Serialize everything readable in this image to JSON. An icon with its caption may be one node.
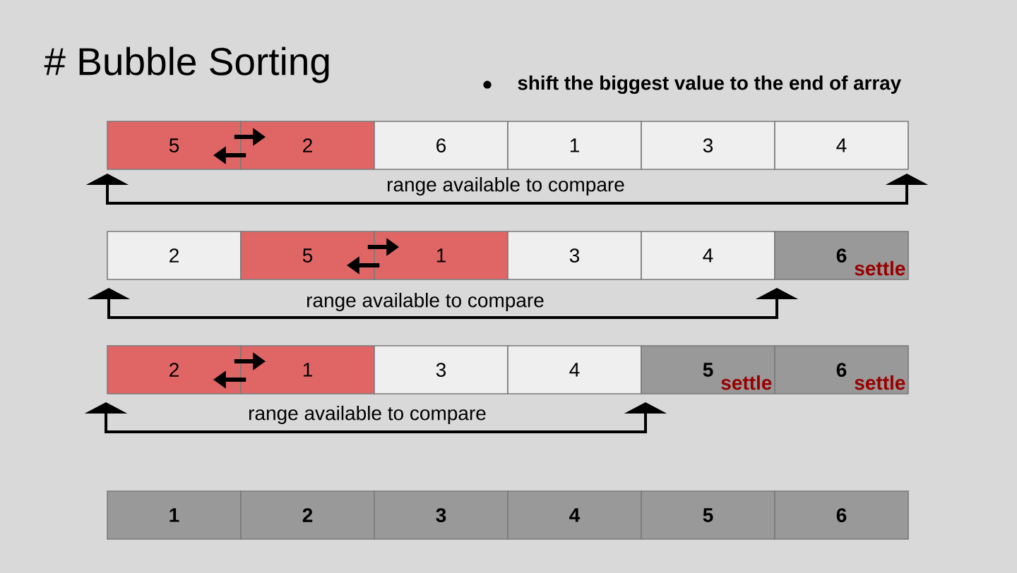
{
  "diagram": {
    "title": "# Bubble Sorting",
    "nodes": [
      {
        "text": [
          "5"
        ]
      },
      {
        "text": [
          "2"
        ]
      },
      {
        "text": [
          "6"
        ]
      },
      {
        "text": [
          "1"
        ]
      },
      {
        "text": [
          "3"
        ]
      },
      {
        "text": [
          "4"
        ]
      },
      {
        "text": [
          "2"
        ]
      },
      {
        "text": [
          "5"
        ]
      },
      {
        "text": [
          "1"
        ]
      },
      {
        "text": [
          "3"
        ]
      },
      {
        "text": [
          "4"
        ]
      },
      {
        "text": [
          "6",
          "settle"
        ]
      },
      {
        "text": [
          "2"
        ]
      },
      {
        "text": [
          "1"
        ]
      },
      {
        "text": [
          "3"
        ]
      },
      {
        "text": [
          "4"
        ]
      },
      {
        "text": [
          "5",
          "settle"
        ]
      },
      {
        "text": [
          "6",
          "settle"
        ]
      },
      {
        "text": [
          "1"
        ]
      },
      {
        "text": [
          "2"
        ]
      },
      {
        "text": [
          "3"
        ]
      },
      {
        "text": [
          "4"
        ]
      },
      {
        "text": [
          "5"
        ]
      },
      {
        "text": [
          "6"
        ]
      }
    ],
    "edges": [
      {
        "from": 0,
        "to": 1,
        "arrow": "to"
      },
      {
        "from": 1,
        "to": 0,
        "arrow": "to"
      },
      {
        "from": 7,
        "to": 8,
        "arrow": "to"
      },
      {
        "from": 8,
        "to": 7,
        "arrow": "to"
      },
      {
        "from": 12,
        "to": 13,
        "arrow": "to"
      },
      {
        "from": 13,
        "to": 12,
        "arrow": "to"
      }
    ],
    "labels": [
      "shift the biggest value to the end of array",
      "range available to compare",
      "range available to compare",
      "range available to compare"
    ]
  }
}
